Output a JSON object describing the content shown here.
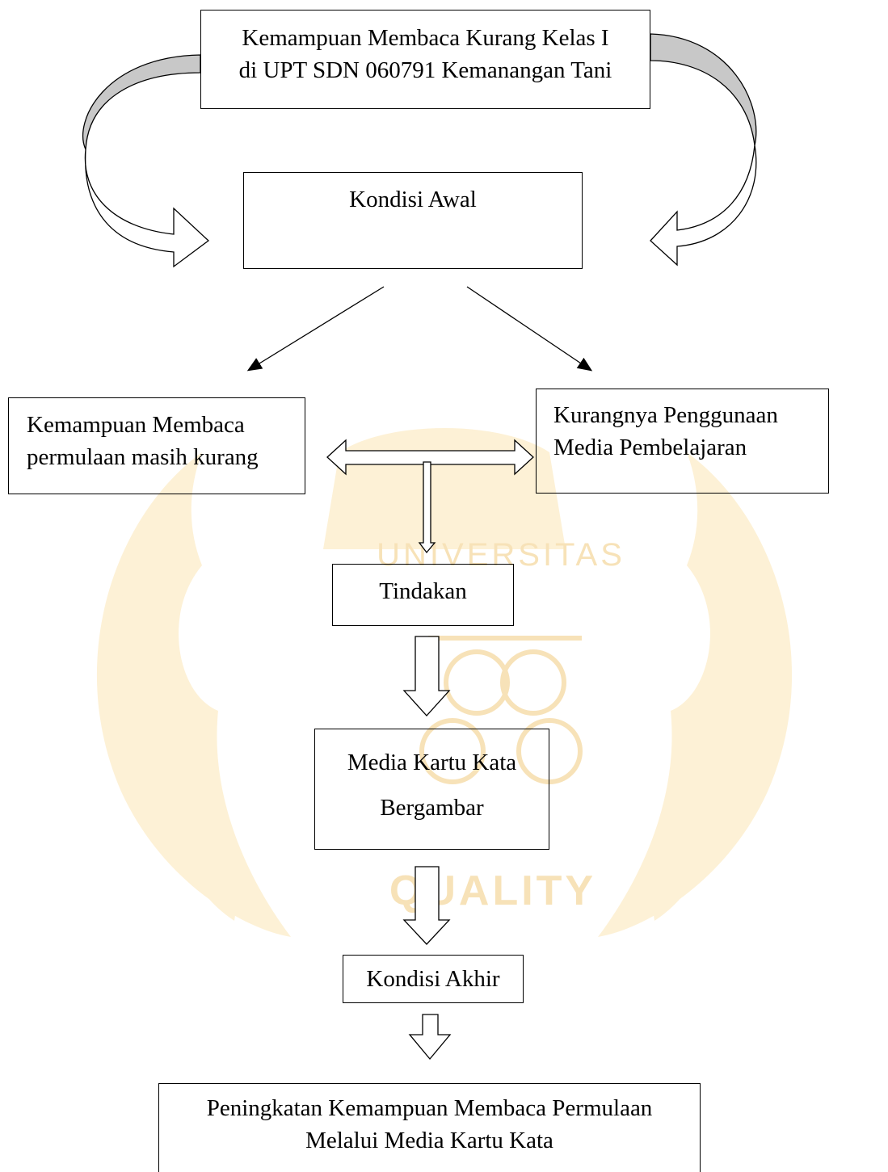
{
  "boxes": {
    "top": {
      "line1": "Kemampuan Membaca Kurang Kelas I",
      "line2": "di UPT SDN 060791 Kemanangan Tani"
    },
    "awal": {
      "label": "Kondisi Awal"
    },
    "left": {
      "line1": "Kemampuan Membaca",
      "line2": "permulaan masih kurang"
    },
    "right": {
      "line1": "Kurangnya Penggunaan",
      "line2": "Media Pembelajaran"
    },
    "tindakan": {
      "label": "Tindakan"
    },
    "media": {
      "line1": "Media Kartu Kata",
      "line2": "Bergambar"
    },
    "akhir": {
      "label": "Kondisi Akhir"
    },
    "bottom": {
      "line1": "Peningkatan Kemampuan Membaca Permulaan",
      "line2": "Melalui Media Kartu Kata"
    }
  },
  "watermark": {
    "text1": "UNIVERSITAS",
    "text2": "QUALITY"
  },
  "colors": {
    "watermark": "#fdf1d6",
    "watermark_text": "#f7e2b8",
    "curve_fill": "#c8c8c8",
    "stroke": "#000000"
  }
}
